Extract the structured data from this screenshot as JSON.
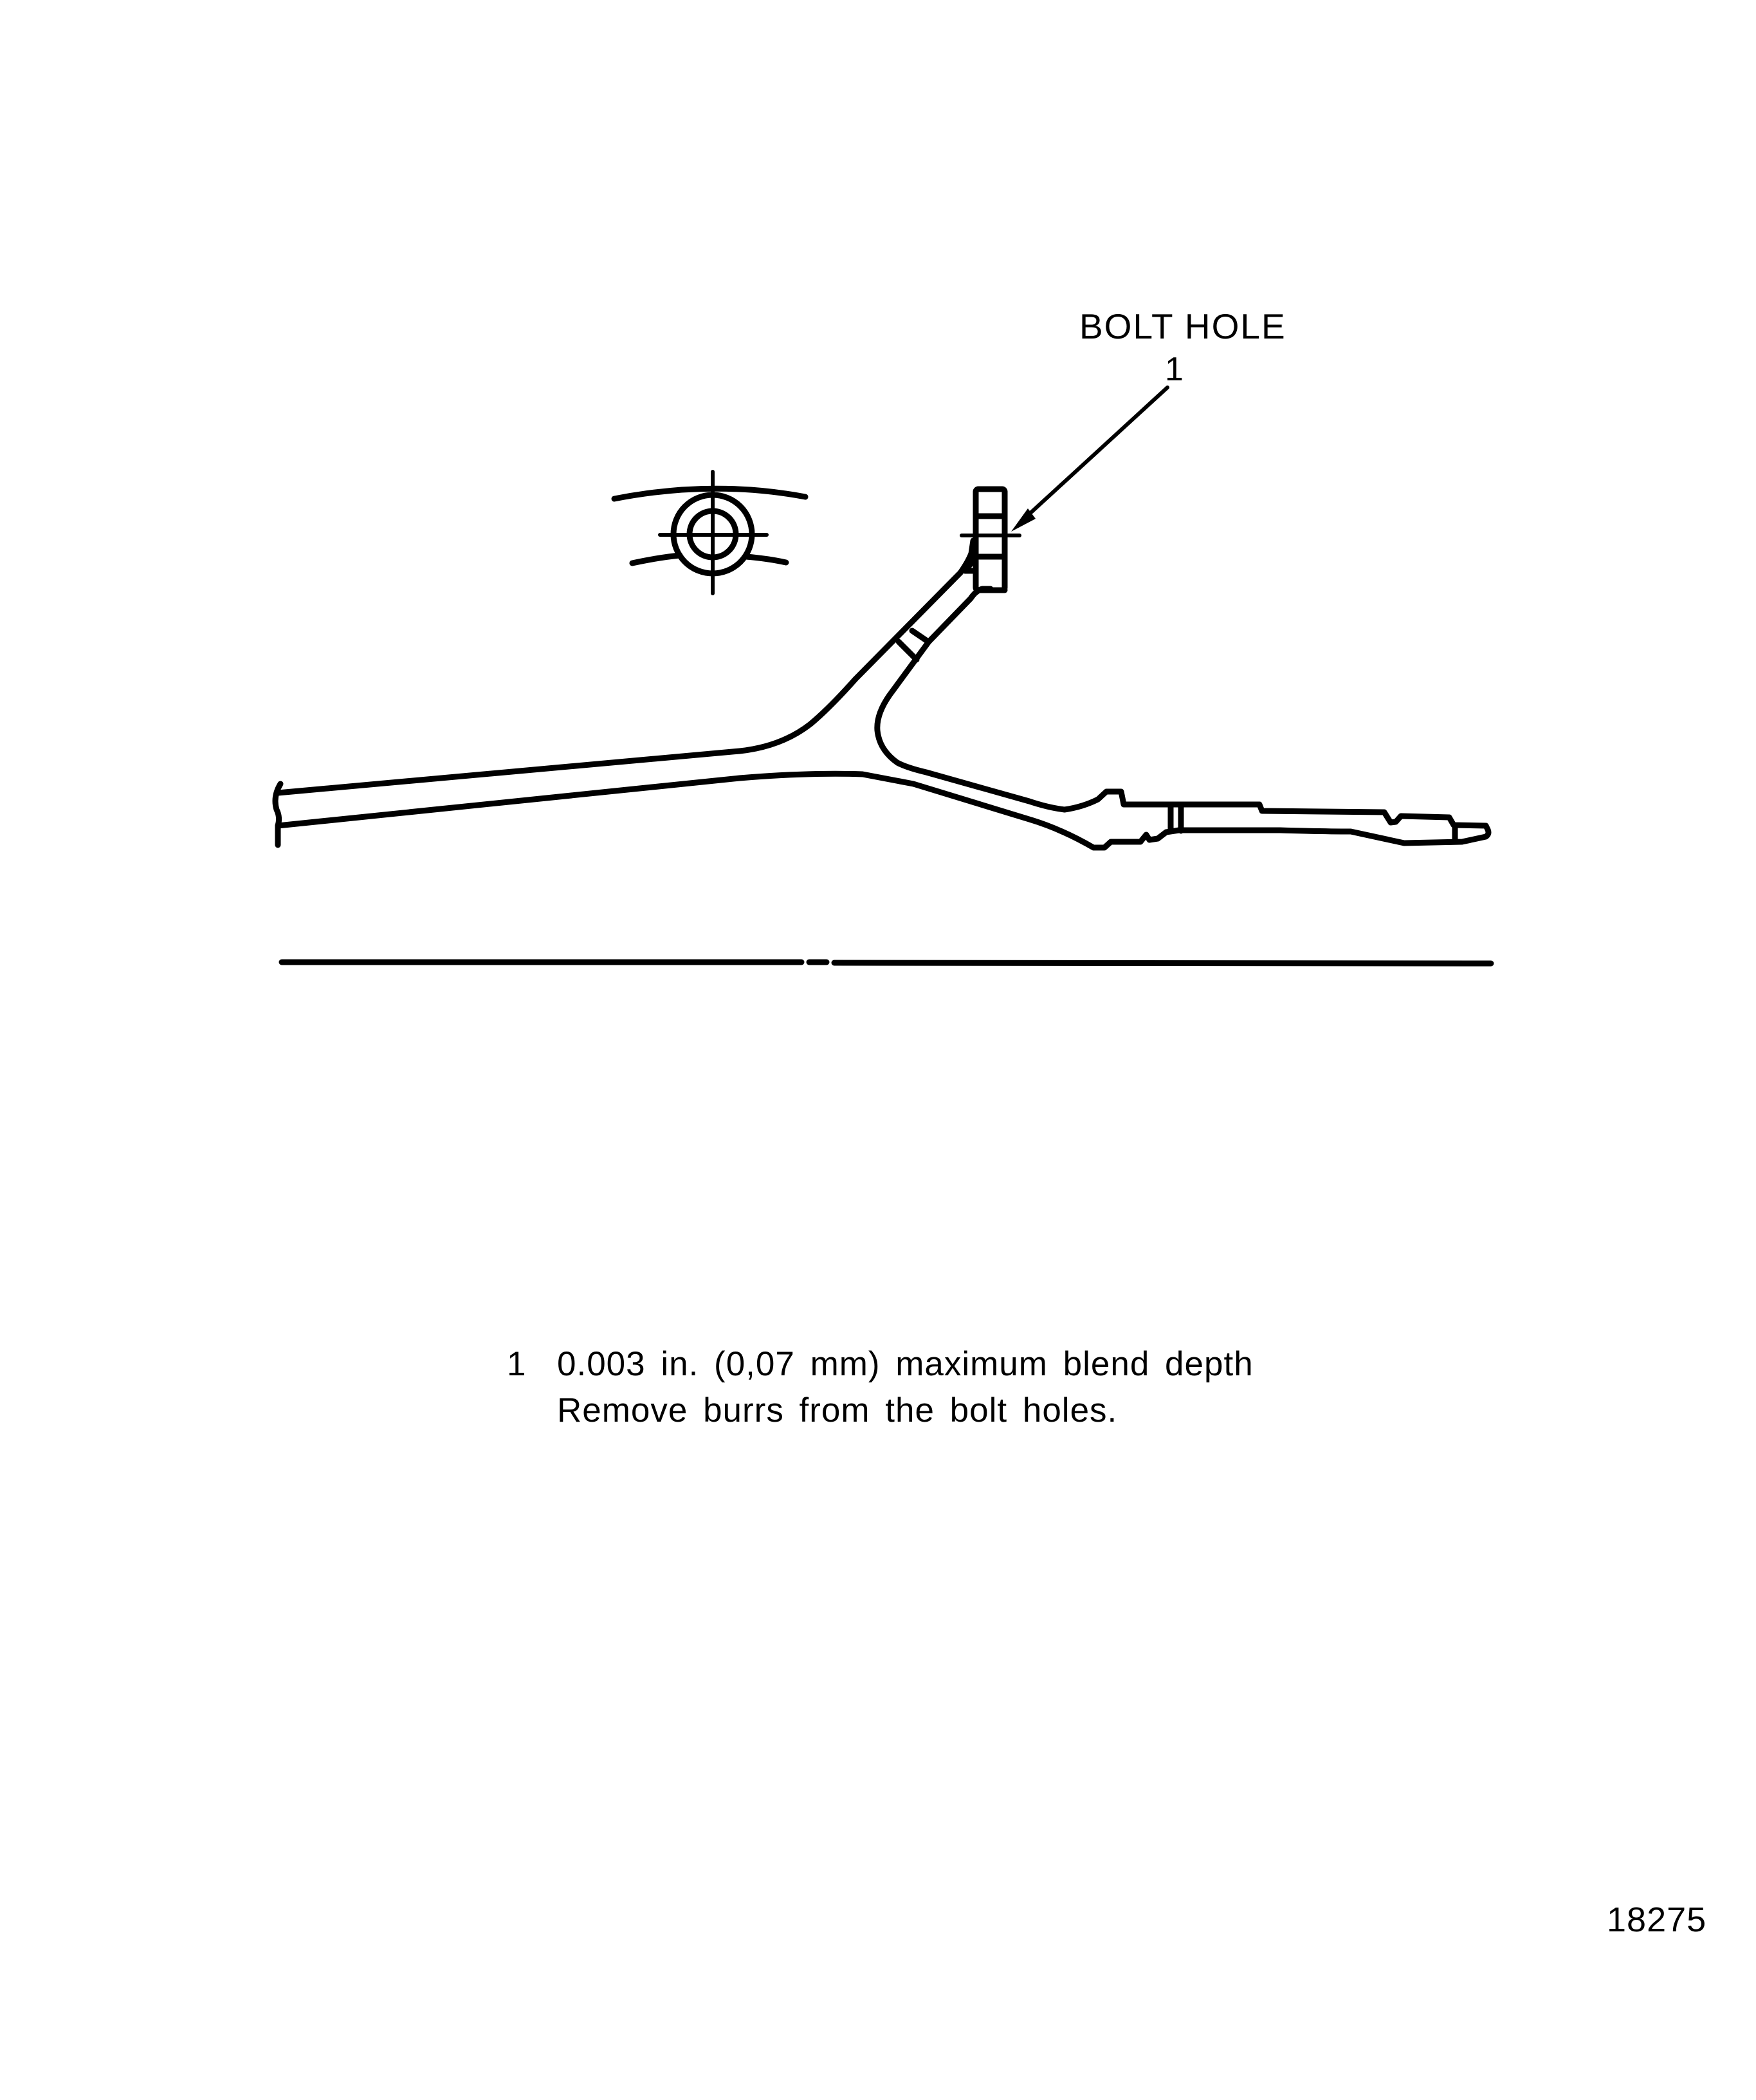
{
  "figure": {
    "callout_label": "BOLT HOLE",
    "callout_number": "1",
    "figure_number": "18275",
    "colors": {
      "ink": "#000000",
      "paper": "#ffffff"
    }
  },
  "legend": {
    "items": [
      {
        "number": "1",
        "lines": [
          "0.003 in. (0,07 mm) maximum blend depth",
          "Remove burrs from the bolt holes."
        ]
      }
    ]
  },
  "drawing_elements": {
    "part": "flange cross-section (Y-shaped casing section with bolt flange)",
    "symbols": [
      "bolt-hole-symbol",
      "leader-arrow",
      "centerline"
    ]
  }
}
